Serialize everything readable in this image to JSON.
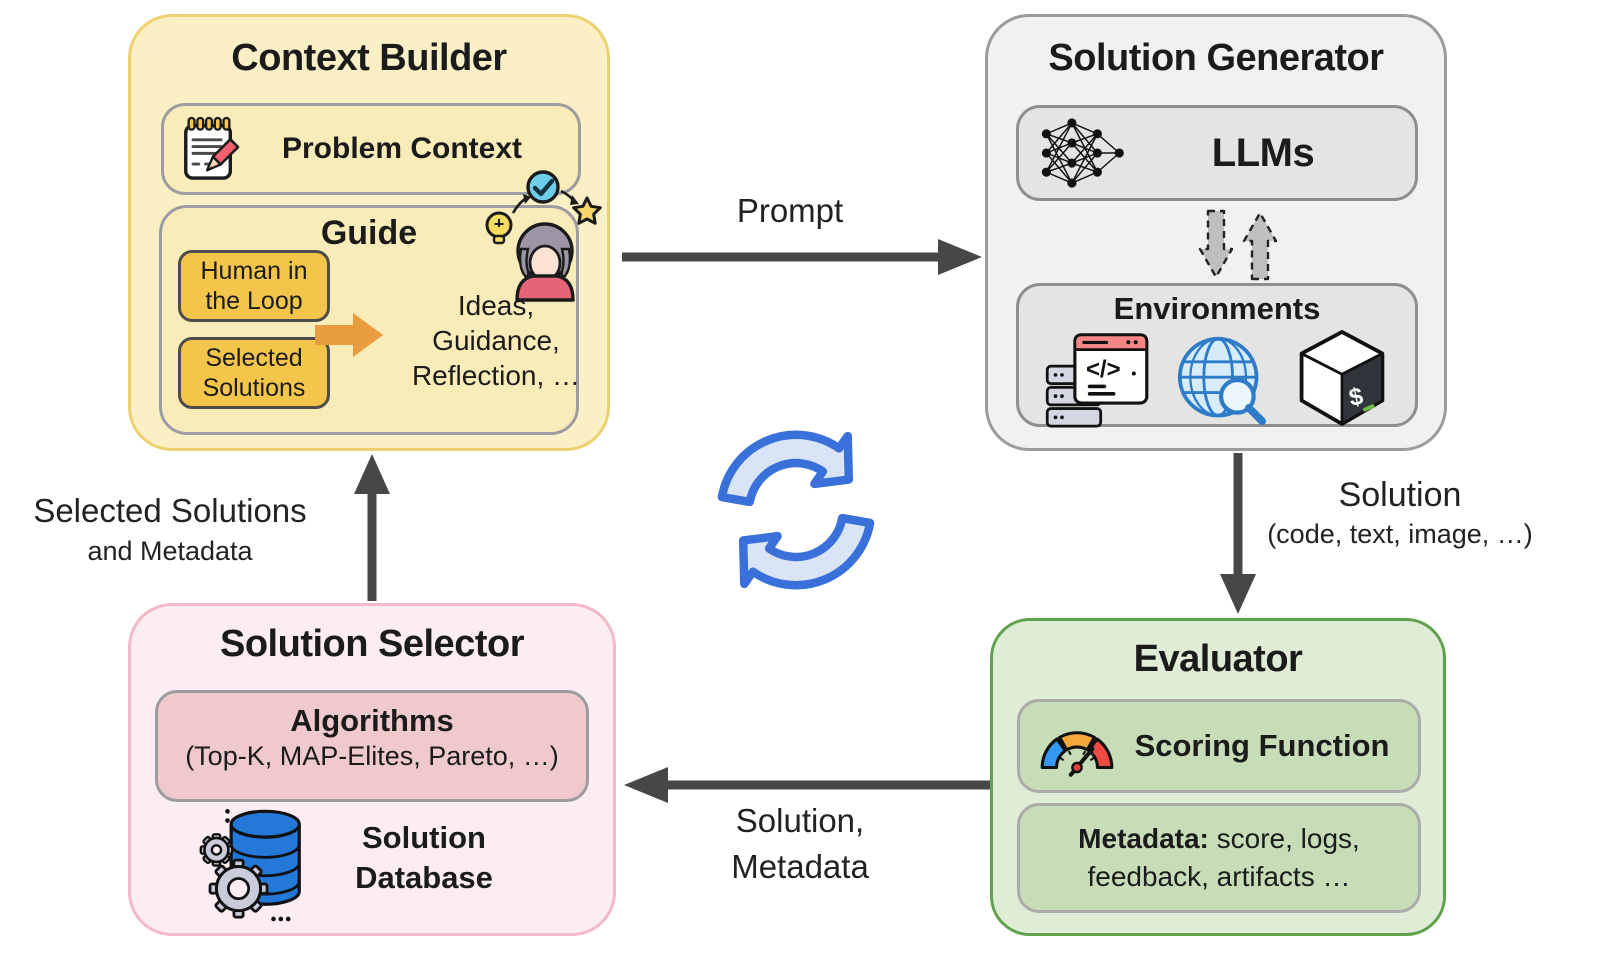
{
  "diagram": {
    "context_builder": {
      "title": "Context Builder",
      "problem_context": {
        "label": "Problem Context"
      },
      "guide": {
        "title": "Guide",
        "chips": [
          "Human in the Loop",
          "Selected Solutions"
        ],
        "output_text": "Ideas, Guidance, Reflection, …"
      }
    },
    "solution_generator": {
      "title": "Solution Generator",
      "llms": {
        "label": "LLMs"
      },
      "environments": {
        "title": "Environments"
      }
    },
    "solution_selector": {
      "title": "Solution Selector",
      "algorithms": {
        "label": "Algorithms",
        "sublabel": "(Top-K, MAP-Elites, Pareto, …)"
      },
      "database": {
        "label": "Solution Database"
      }
    },
    "evaluator": {
      "title": "Evaluator",
      "scoring": {
        "label": "Scoring Function"
      },
      "metadata": {
        "label_bold": "Metadata:",
        "label_rest": " score, logs, feedback, artifacts …"
      }
    },
    "edges": {
      "prompt": "Prompt",
      "solution_line1": "Solution",
      "solution_line2": "(code, text, image, …)",
      "selected_line1": "Selected Solutions",
      "selected_line2": "and Metadata",
      "solmeta_line1": "Solution,",
      "solmeta_line2": "Metadata"
    },
    "colors": {
      "context_bg": "#fbf0c5",
      "context_border": "#efd070",
      "chip_gold": "#f3c64b",
      "orange_arrow": "#e99c40",
      "generator_bg": "#f1f1f0",
      "generator_inner": "#e4e4e3",
      "selector_bg": "#fcedf2",
      "selector_border": "#f2b9c7",
      "algorithms_bg": "#efc9cb",
      "evaluator_bg": "#e0edd6",
      "evaluator_border": "#5fa14d",
      "evaluator_inner": "#c6ddb8",
      "flow_arrow": "#474747",
      "cycle_blue": "#3a70da",
      "cycle_fill": "#d9e4f6",
      "database_blue": "#2378d8"
    }
  }
}
